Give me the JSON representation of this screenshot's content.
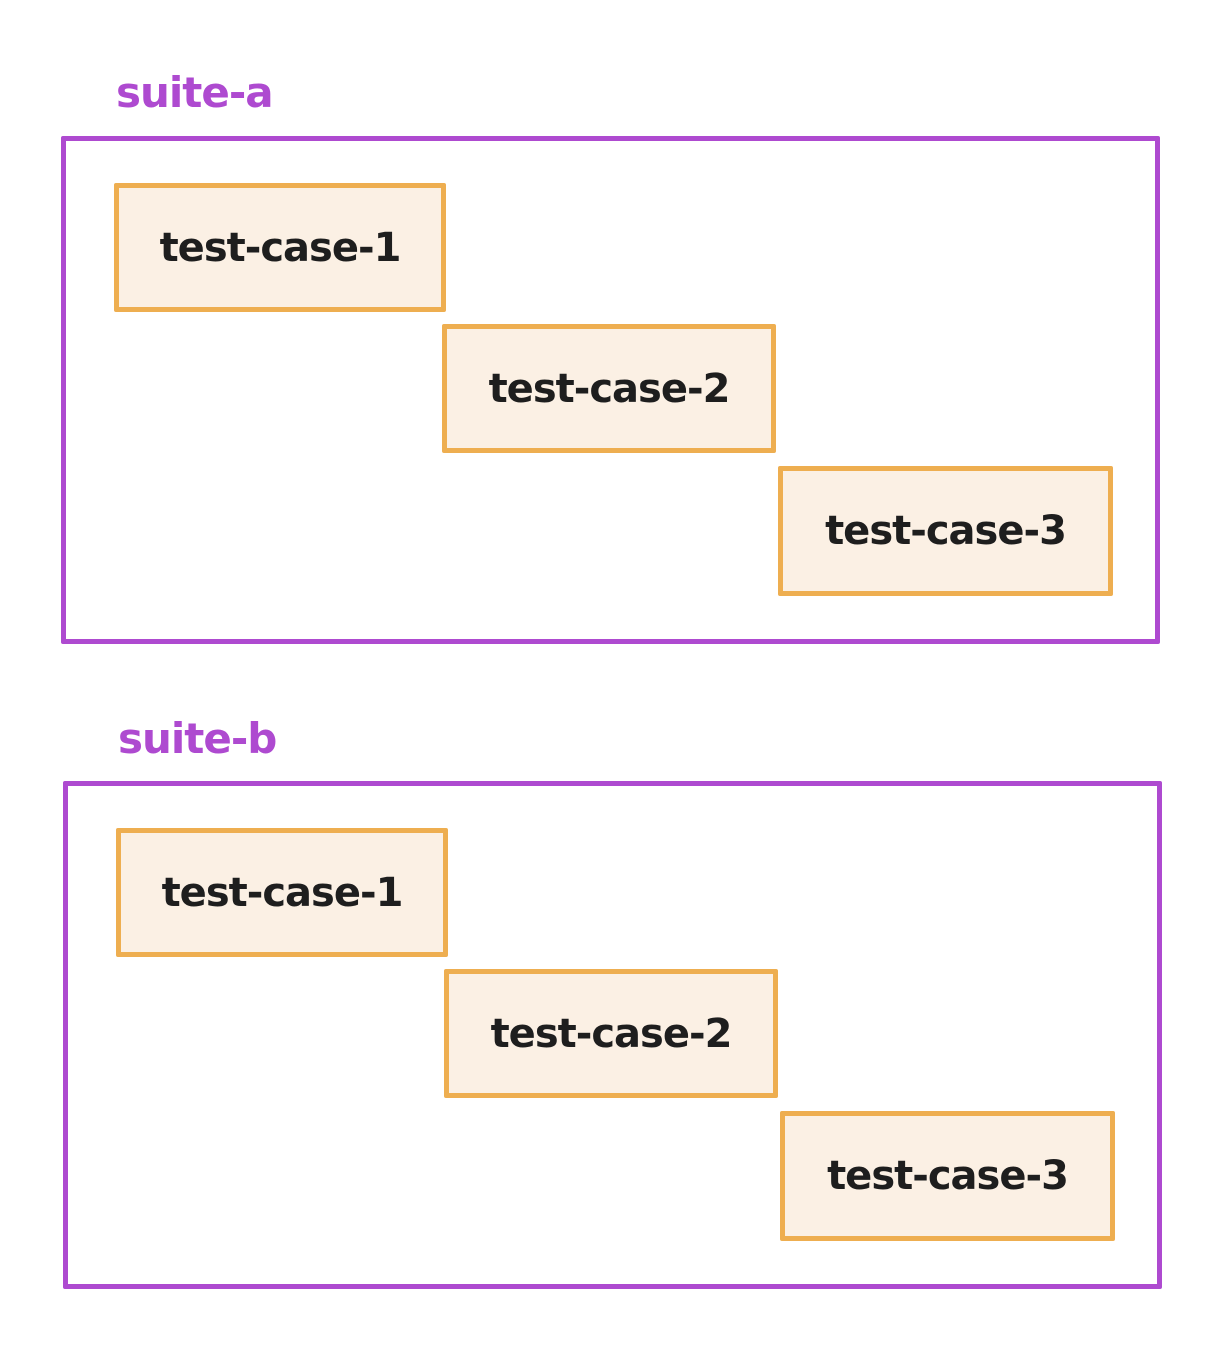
{
  "colors": {
    "suite": "#ae4ad0",
    "case_border": "#eeae50",
    "case_fill": "#fbf0e4",
    "case_text": "#1e1e1e"
  },
  "suites": [
    {
      "label": "suite-a",
      "cases": [
        "test-case-1",
        "test-case-2",
        "test-case-3"
      ]
    },
    {
      "label": "suite-b",
      "cases": [
        "test-case-1",
        "test-case-2",
        "test-case-3"
      ]
    }
  ]
}
